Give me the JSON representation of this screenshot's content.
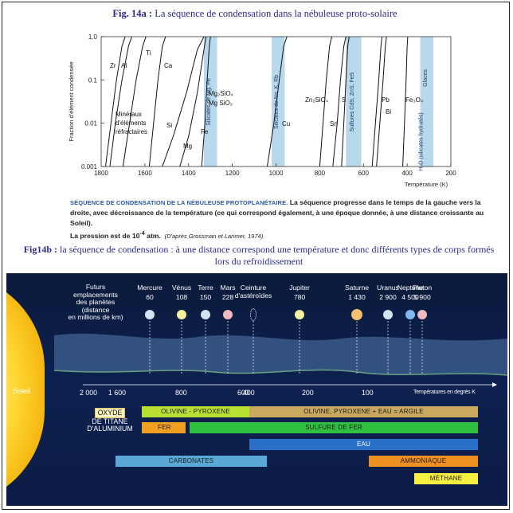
{
  "fig14a": {
    "caption_bold": "Fig. 14a :",
    "caption_text": " La séquence de condensation dans la nébuleuse proto-solaire"
  },
  "chart_data": {
    "type": "line",
    "xlabel": "Température (K)",
    "ylabel": "Fraction d'élément condensée",
    "x_ticks": [
      "1600",
      "1400",
      "1200",
      "1000",
      "800",
      "600",
      "400",
      "200"
    ],
    "x_ticks_first": "1800",
    "y_ticks": [
      "1.0",
      "0.1",
      "0.01",
      "0.001"
    ],
    "xlim": [
      1800,
      200
    ],
    "ylim": [
      0.001,
      1.0
    ],
    "yscale": "log",
    "curve_labels": [
      "Zr",
      "Al",
      "Ti",
      "Ca",
      "Minéraux",
      "d'éléments",
      "réfractaires",
      "Si",
      "Mg",
      "Fe",
      "Mg₂SiO₄",
      "Mg SiO₃",
      "Cu",
      "Zn₂SiO₄",
      "Sn",
      "S",
      "Pb",
      "Bi",
      "Fe₃O₄"
    ],
    "band_labels": [
      "Silicates de Mg, Fe",
      "Silicates de Na, K, Rb",
      "Sulfures CdS, ZnS, FeS",
      "Glaces",
      "H₂O (silicates hydratés)"
    ],
    "bands": [
      {
        "name": "Silicates de Mg, Fe",
        "x": [
          1330,
          1270
        ]
      },
      {
        "name": "Silicates de Na, K, Rb",
        "x": [
          1020,
          960
        ]
      },
      {
        "name": "Sulfures CdS, ZnS, FeS",
        "x": [
          680,
          610
        ]
      },
      {
        "name": "Glaces",
        "x": [
          340,
          280
        ]
      }
    ],
    "series": [
      {
        "name": "Zr",
        "x": [
          1780,
          1755,
          1730,
          1705,
          1690
        ],
        "y": [
          0.001,
          0.01,
          0.1,
          0.6,
          1.0
        ]
      },
      {
        "name": "Al",
        "x": [
          1760,
          1735,
          1705,
          1675,
          1660
        ],
        "y": [
          0.001,
          0.01,
          0.1,
          0.6,
          1.0
        ]
      },
      {
        "name": "Ti",
        "x": [
          1700,
          1670,
          1640,
          1610,
          1595
        ],
        "y": [
          0.001,
          0.01,
          0.1,
          0.6,
          1.0
        ]
      },
      {
        "name": "Ca",
        "x": [
          1580,
          1560,
          1540,
          1520,
          1505
        ],
        "y": [
          0.001,
          0.01,
          0.1,
          0.6,
          1.0
        ]
      },
      {
        "name": "Si",
        "x": [
          1520,
          1470,
          1410,
          1360,
          1330
        ],
        "y": [
          0.001,
          0.005,
          0.05,
          0.5,
          1.0
        ]
      },
      {
        "name": "Mg",
        "x": [
          1440,
          1400,
          1360,
          1330,
          1320
        ],
        "y": [
          0.001,
          0.005,
          0.05,
          0.5,
          1.0
        ]
      },
      {
        "name": "Fe",
        "x": [
          1340,
          1325,
          1315,
          1305,
          1300
        ],
        "y": [
          0.001,
          0.01,
          0.1,
          0.6,
          1.0
        ]
      },
      {
        "name": "Cu",
        "x": [
          1040,
          1010,
          985,
          965,
          950
        ],
        "y": [
          0.001,
          0.01,
          0.1,
          0.6,
          1.0
        ]
      },
      {
        "name": "Zn₂SiO₄",
        "x": [
          800,
          785,
          770,
          755,
          745
        ],
        "y": [
          0.001,
          0.01,
          0.1,
          0.6,
          1.0
        ]
      },
      {
        "name": "Sn",
        "x": [
          740,
          720,
          705,
          690,
          680
        ],
        "y": [
          0.001,
          0.01,
          0.1,
          0.6,
          1.0
        ]
      },
      {
        "name": "S",
        "x": [
          700,
          690,
          680,
          672,
          665
        ],
        "y": [
          0.001,
          0.01,
          0.1,
          0.6,
          1.0
        ]
      },
      {
        "name": "Pb",
        "x": [
          560,
          545,
          530,
          520,
          515
        ],
        "y": [
          0.001,
          0.01,
          0.1,
          0.6,
          1.0
        ]
      },
      {
        "name": "Bi",
        "x": [
          540,
          525,
          510,
          500,
          495
        ],
        "y": [
          0.001,
          0.01,
          0.1,
          0.6,
          1.0
        ]
      },
      {
        "name": "Fe₃O₄",
        "x": [
          420,
          412,
          405,
          400,
          397
        ],
        "y": [
          0.001,
          0.01,
          0.1,
          0.6,
          1.0
        ]
      }
    ]
  },
  "fig14a_desc": {
    "upper": "SÉQUENCE DE CONDENSATION DE LA NÉBULEUSE PROTOPLANÉTAIRE.",
    "line1": " La séquence progresse dans le temps de la gauche vers la",
    "line2": "droite, avec décroissance de la température (ce qui correspond également, à une époque donnée, à une distance croissante au Soleil).",
    "line3a": "La pression est de 10",
    "line3exp": "-4",
    "line3b": " atm.",
    "credit": "(D'après Grossman et Larimer, 1974)."
  },
  "fig14b": {
    "caption_bold": "Fig14b :",
    "caption_text": " la séquence de condensation : à une distance correspond une température et donc différents types de corps formés lors du refroidissement"
  },
  "panel": {
    "soleil": "Soleil",
    "futurs": [
      "Futurs",
      "emplacements",
      "des planètes",
      "(distance",
      "en millions de km)"
    ],
    "planets": [
      {
        "name": "Mercure",
        "dist": "60",
        "color": "#cfe6f0"
      },
      {
        "name": "Vénus",
        "dist": "108",
        "color": "#f5f0a0"
      },
      {
        "name": "Terre",
        "dist": "150",
        "color": "#cfe6f0"
      },
      {
        "name": "Mars",
        "dist": "228",
        "color": "#f0b8c0"
      },
      {
        "name": "Ceinture",
        "name2": "d'astéroïdes",
        "dist": "",
        "color": "#ffffff"
      },
      {
        "name": "Jupiter",
        "dist": "780",
        "color": "#f5f0a0"
      },
      {
        "name": "Saturne",
        "dist": "1 430",
        "color": "#f5c070"
      },
      {
        "name": "Uranus",
        "dist": "2 900",
        "color": "#cfe6f0"
      },
      {
        "name": "Neptune",
        "dist": "4 500",
        "color": "#80b8f0"
      },
      {
        "name": "Pluton",
        "dist": "5 900",
        "color": "#f0b8c0"
      }
    ],
    "temps": [
      "2 000",
      "1 600",
      "800",
      "600",
      "400",
      "200",
      "100"
    ],
    "axis_note": "Températures en degrés K",
    "oxyde_box": "OXYDE",
    "oxyde_line2": "DE TITANE",
    "oxyde_line3": "D'ALUMINIUM",
    "bars": {
      "olivine_pyroxene": "OLIVINE - PYROXENE",
      "olivine_argile": "OLIVINE, PYROXENE + EAU = ARGILE",
      "fer": "FER",
      "sulfure_fer": "SULFURE DE FER",
      "eau": "EAU",
      "carbonates": "CARBONATES",
      "ammoniaque": "AMMONIAQUE",
      "methane": "MÉTHANE"
    },
    "colors": {
      "olivine": "#b8e030",
      "argile": "#c9a860",
      "fer": "#f0a020",
      "sulfure": "#30c040",
      "eau": "#2a70c8",
      "carbonates": "#5aa8d8",
      "ammoniaque": "#f09020",
      "methane": "#f8f040"
    }
  }
}
